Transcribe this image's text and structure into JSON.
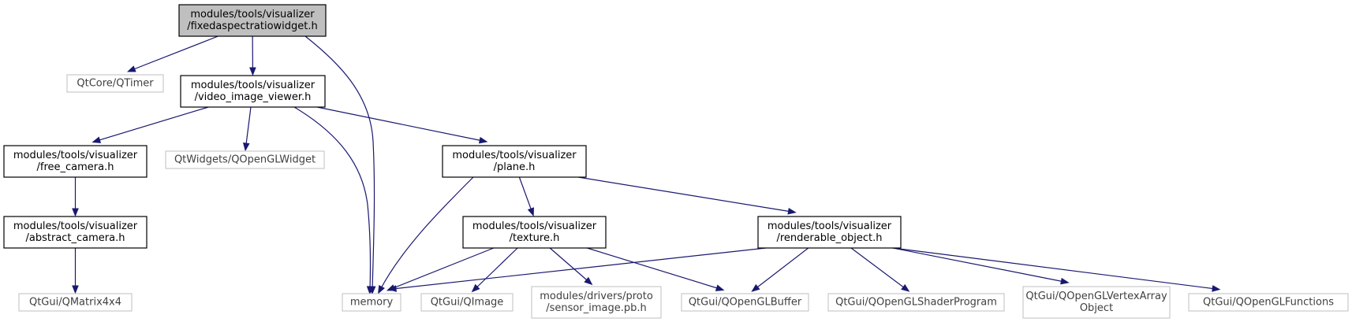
{
  "graph": {
    "nodes": [
      {
        "id": "n0",
        "lines": [
          "modules/tools/visualizer",
          "/fixedaspectratiowidget.h"
        ],
        "kind": "current"
      },
      {
        "id": "n1",
        "lines": [
          "QtCore/QTimer"
        ],
        "kind": "ext"
      },
      {
        "id": "n2",
        "lines": [
          "modules/tools/visualizer",
          "/video_image_viewer.h"
        ],
        "kind": "file"
      },
      {
        "id": "n3",
        "lines": [
          "memory"
        ],
        "kind": "ext"
      },
      {
        "id": "n4",
        "lines": [
          "modules/tools/visualizer",
          "/free_camera.h"
        ],
        "kind": "file"
      },
      {
        "id": "n5",
        "lines": [
          "QtWidgets/QOpenGLWidget"
        ],
        "kind": "ext"
      },
      {
        "id": "n6",
        "lines": [
          "modules/tools/visualizer",
          "/plane.h"
        ],
        "kind": "file"
      },
      {
        "id": "n7",
        "lines": [
          "modules/tools/visualizer",
          "/abstract_camera.h"
        ],
        "kind": "file"
      },
      {
        "id": "n8",
        "lines": [
          "QtGui/QMatrix4x4"
        ],
        "kind": "ext"
      },
      {
        "id": "n9",
        "lines": [
          "modules/tools/visualizer",
          "/texture.h"
        ],
        "kind": "file"
      },
      {
        "id": "n10",
        "lines": [
          "modules/tools/visualizer",
          "/renderable_object.h"
        ],
        "kind": "file"
      },
      {
        "id": "n11",
        "lines": [
          "QtGui/QImage"
        ],
        "kind": "ext"
      },
      {
        "id": "n12",
        "lines": [
          "modules/drivers/proto",
          "/sensor_image.pb.h"
        ],
        "kind": "ext"
      },
      {
        "id": "n13",
        "lines": [
          "QtGui/QOpenGLBuffer"
        ],
        "kind": "ext"
      },
      {
        "id": "n14",
        "lines": [
          "QtGui/QOpenGLShaderProgram"
        ],
        "kind": "ext"
      },
      {
        "id": "n15",
        "lines": [
          "QtGui/QOpenGLVertexArray",
          "Object"
        ],
        "kind": "ext"
      },
      {
        "id": "n16",
        "lines": [
          "QtGui/QOpenGLFunctions"
        ],
        "kind": "ext"
      }
    ],
    "edges": [
      {
        "from": "n0",
        "to": "n1"
      },
      {
        "from": "n0",
        "to": "n2"
      },
      {
        "from": "n0",
        "to": "n3"
      },
      {
        "from": "n2",
        "to": "n4"
      },
      {
        "from": "n2",
        "to": "n5"
      },
      {
        "from": "n2",
        "to": "n3"
      },
      {
        "from": "n2",
        "to": "n6"
      },
      {
        "from": "n4",
        "to": "n7"
      },
      {
        "from": "n7",
        "to": "n8"
      },
      {
        "from": "n6",
        "to": "n3"
      },
      {
        "from": "n6",
        "to": "n9"
      },
      {
        "from": "n6",
        "to": "n10"
      },
      {
        "from": "n9",
        "to": "n3"
      },
      {
        "from": "n9",
        "to": "n11"
      },
      {
        "from": "n9",
        "to": "n12"
      },
      {
        "from": "n9",
        "to": "n13"
      },
      {
        "from": "n10",
        "to": "n3"
      },
      {
        "from": "n10",
        "to": "n13"
      },
      {
        "from": "n10",
        "to": "n14"
      },
      {
        "from": "n10",
        "to": "n15"
      },
      {
        "from": "n10",
        "to": "n16"
      }
    ]
  }
}
